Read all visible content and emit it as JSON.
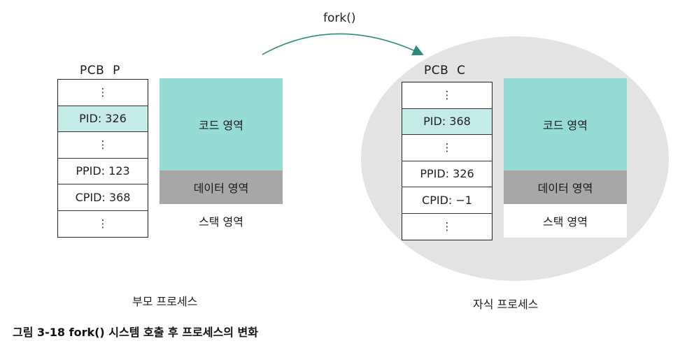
{
  "arrow_label": "fork()",
  "parent": {
    "pcb_title": "PCB  P",
    "rows": [
      {
        "text": "⋮",
        "highlight": false
      },
      {
        "text": "PID: 326",
        "highlight": true
      },
      {
        "text": "⋮",
        "highlight": false
      },
      {
        "text": "PPID: 123",
        "highlight": false
      },
      {
        "text": "CPID: 368",
        "highlight": false
      },
      {
        "text": "⋮",
        "highlight": false
      }
    ],
    "memory": {
      "code": "코드 영역",
      "data": "데이터 영역",
      "stack": "스택 영역"
    },
    "label": "부모 프로세스"
  },
  "child": {
    "pcb_title": "PCB  C",
    "rows": [
      {
        "text": "⋮",
        "highlight": false
      },
      {
        "text": "PID: 368",
        "highlight": true
      },
      {
        "text": "⋮",
        "highlight": false
      },
      {
        "text": "PPID: 326",
        "highlight": false
      },
      {
        "text": "CPID: −1",
        "highlight": false
      },
      {
        "text": "⋮",
        "highlight": false
      }
    ],
    "memory": {
      "code": "코드 영역",
      "data": "데이터 영역",
      "stack": "스택 영역"
    },
    "label": "자식 프로세스"
  },
  "caption": "그림 3-18 fork() 시스템 호출 후 프로세스의 변화",
  "colors": {
    "highlight_row": "#c5ebe6",
    "code_area": "#97dbd6",
    "data_area": "#a7a7a7",
    "child_bg": "#e3e3e3",
    "accent": "#2a8c7c"
  }
}
